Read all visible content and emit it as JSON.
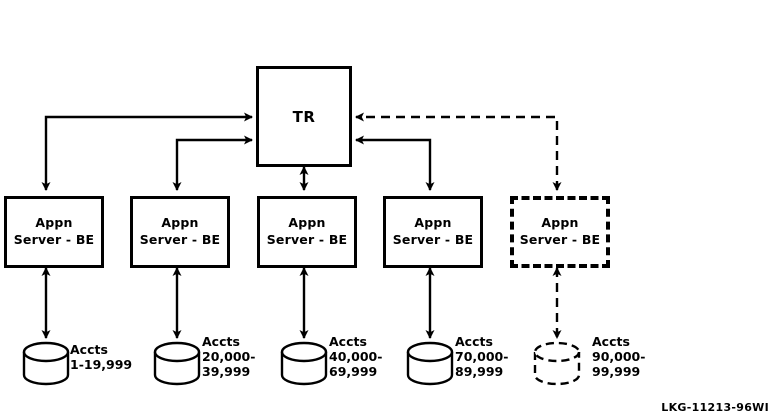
{
  "figure": {
    "caption": "LKG-11213-96WI",
    "router": {
      "label": "TR",
      "shape": "rectangle",
      "border": "solid"
    },
    "server_line1": "Appn",
    "server_line2": "Server - BE",
    "accts_word": "Accts",
    "branches": [
      {
        "id": "branch-1",
        "server_label_line1": "Appn",
        "server_label_line2": "Server - BE",
        "border": "solid",
        "db_lines": [
          "Accts",
          "1-19,999"
        ],
        "range_start": "1",
        "range_end": "19,999"
      },
      {
        "id": "branch-2",
        "server_label_line1": "Appn",
        "server_label_line2": "Server - BE",
        "border": "solid",
        "db_lines": [
          "Accts",
          "20,000-",
          "39,999"
        ],
        "range_start": "20,000",
        "range_end": "39,999"
      },
      {
        "id": "branch-3",
        "server_label_line1": "Appn",
        "server_label_line2": "Server - BE",
        "border": "solid",
        "db_lines": [
          "Accts",
          "40,000-",
          "69,999"
        ],
        "range_start": "40,000",
        "range_end": "69,999"
      },
      {
        "id": "branch-4",
        "server_label_line1": "Appn",
        "server_label_line2": "Server - BE",
        "border": "solid",
        "db_lines": [
          "Accts",
          "70,000-",
          "89,999"
        ],
        "range_start": "70,000",
        "range_end": "89,999"
      },
      {
        "id": "branch-5",
        "server_label_line1": "Appn",
        "server_label_line2": "Server - BE",
        "border": "dashed",
        "db_lines": [
          "Accts",
          "90,000-",
          "99,999"
        ],
        "range_start": "90,000",
        "range_end": "99,999"
      }
    ],
    "colors": {
      "stroke": "#000000",
      "background": "#ffffff",
      "text": "#000000"
    }
  }
}
